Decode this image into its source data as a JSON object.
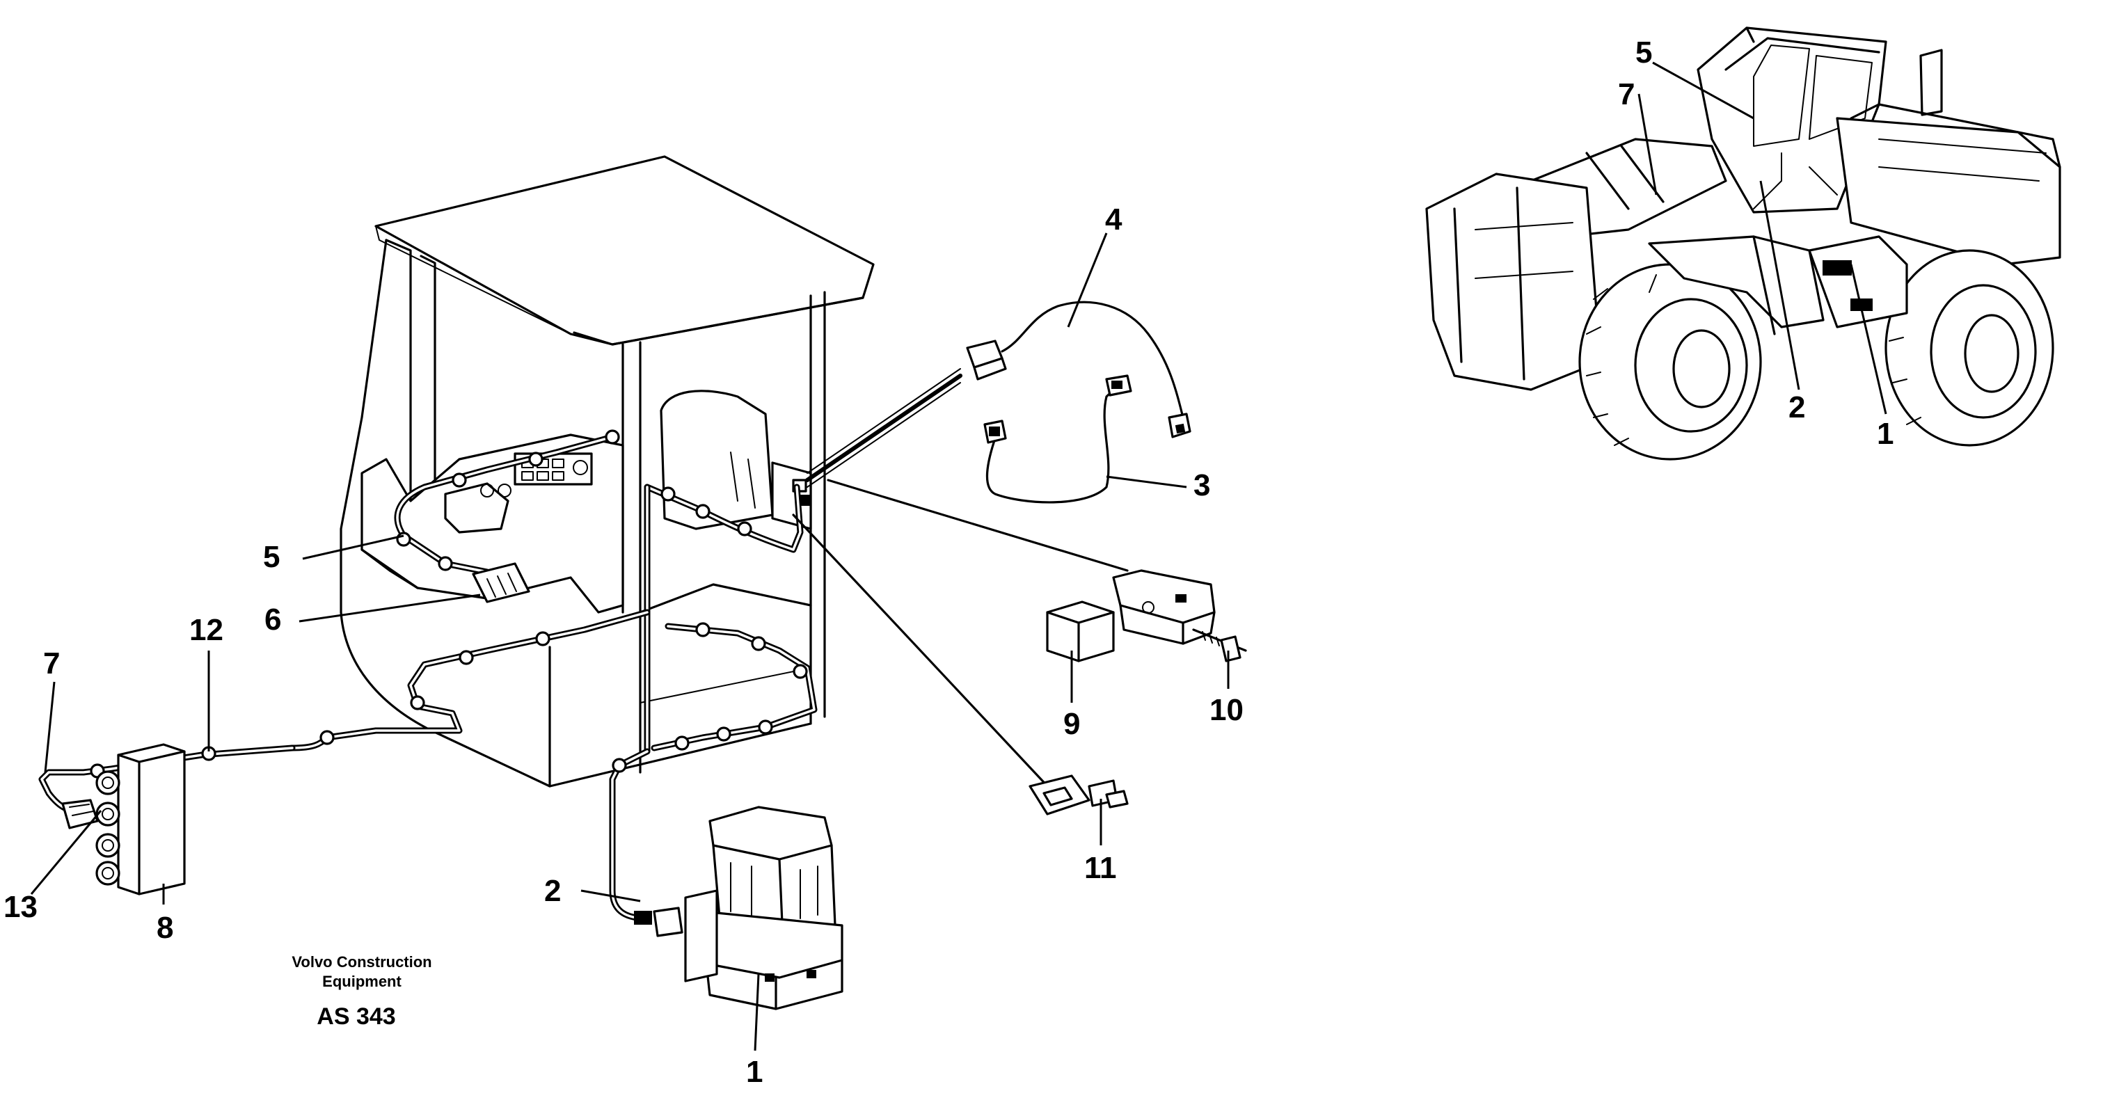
{
  "caption": {
    "line1": "Volvo Construction",
    "line2": "Equipment",
    "doc_id": "AS 343"
  },
  "callouts": {
    "main": [
      "1",
      "2",
      "3",
      "4",
      "5",
      "6",
      "7",
      "8",
      "9",
      "10",
      "11",
      "12",
      "13"
    ],
    "inset": [
      "5",
      "7",
      "2",
      "1"
    ]
  }
}
